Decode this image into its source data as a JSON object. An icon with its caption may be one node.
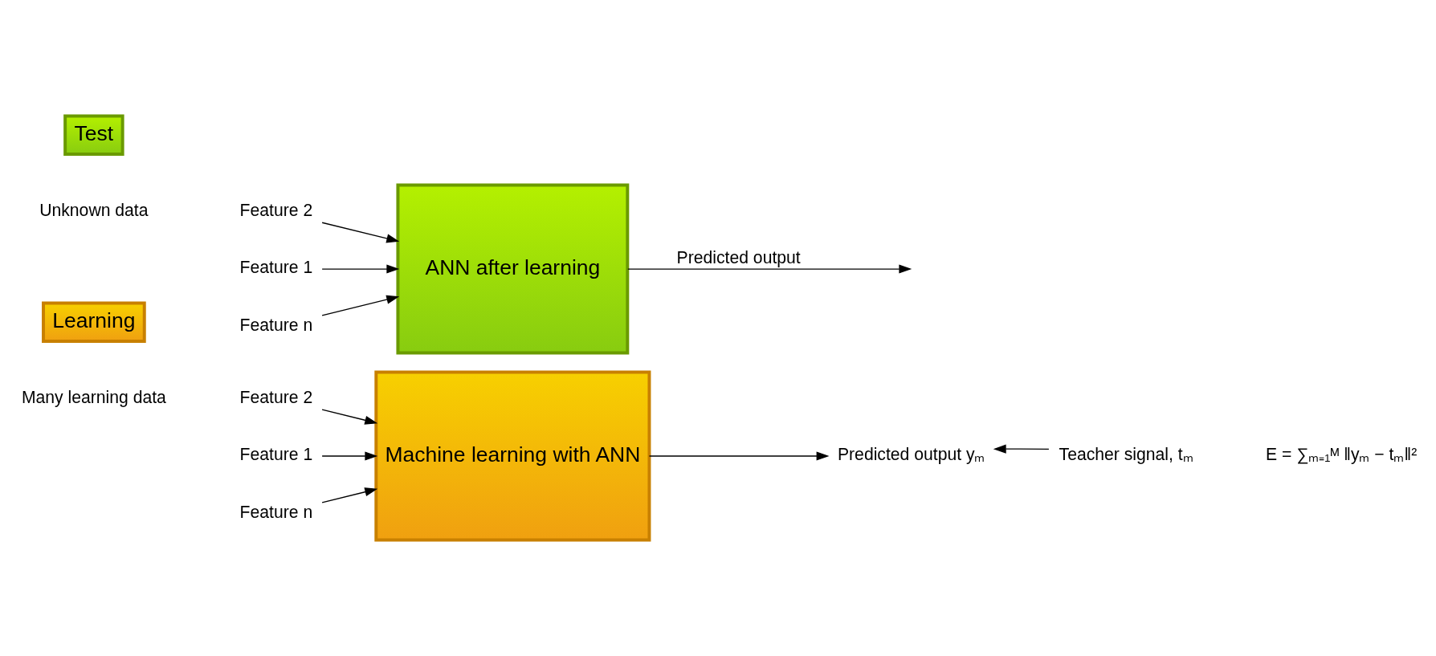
{
  "diagram": {
    "nodes": [
      {
        "text": [
          "Learning"
        ]
      },
      {
        "text": [
          "Feature 1"
        ]
      },
      {
        "text": [
          "Feature 2"
        ]
      },
      {
        "text": [
          "Feature n"
        ]
      },
      {
        "text": [
          "Machine learning with ANN"
        ]
      },
      {
        "text": [
          "Predicted output yₘ"
        ]
      },
      {
        "text": [
          "Teacher signal, tₘ"
        ]
      },
      {
        "text": [
          "Test"
        ]
      },
      {
        "text": [
          "Feature 1"
        ]
      },
      {
        "text": [
          "Feature 2"
        ]
      },
      {
        "text": [
          "Feature n"
        ]
      },
      {
        "text": [
          "ANN after learning"
        ]
      }
    ],
    "edges": [
      {
        "from": 1,
        "to": 4,
        "arrow": "to"
      },
      {
        "from": 2,
        "to": 4,
        "arrow": "to"
      },
      {
        "from": 3,
        "to": 4,
        "arrow": "to"
      },
      {
        "from": 4,
        "to": 5,
        "arrow": "to"
      },
      {
        "from": 6,
        "to": 5,
        "arrow": "to"
      },
      {
        "from": 8,
        "to": 11,
        "arrow": "to"
      },
      {
        "from": 9,
        "to": 11,
        "arrow": "to"
      },
      {
        "from": 10,
        "to": 11,
        "arrow": "to"
      },
      {
        "from": 11,
        "to": null,
        "label": "Predicted output",
        "arrow": "to"
      }
    ],
    "labels": [
      "Many learning data",
      "E = ∑ₘ₌₁ᴹ ‖yₘ − tₘ‖²",
      "Unknown data"
    ]
  }
}
